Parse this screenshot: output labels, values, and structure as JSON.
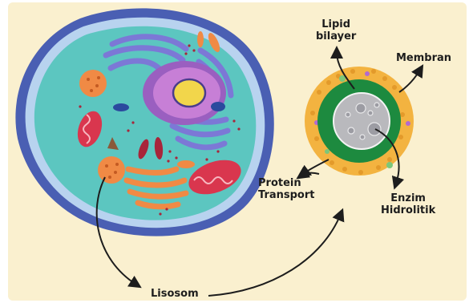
{
  "labels": {
    "lipid_line1": "Lipid",
    "lipid_line2": "bilayer",
    "membran": "Membran",
    "protein_line1": "Protein",
    "protein_line2": "Transport",
    "enzim_line1": "Enzim",
    "enzim_line2": "Hidrolitik",
    "lisosom": "Lisosom"
  },
  "colors": {
    "background": "#faf0cf",
    "cell_membrane": "#4a5fb3",
    "cytoplasm": "#5cc6c0",
    "nucleus_envelope": "#9a5fc0",
    "nucleolus": "#f2d64b",
    "er": "#7c78d6",
    "golgi": "#f08a45",
    "mitochondria": "#d9364e",
    "lysosome_outer": "#f3b340",
    "lysosome_membrane": "#1d8a3f",
    "lysosome_lumen": "#b9b9bd",
    "arrow": "#1d1d1d"
  }
}
